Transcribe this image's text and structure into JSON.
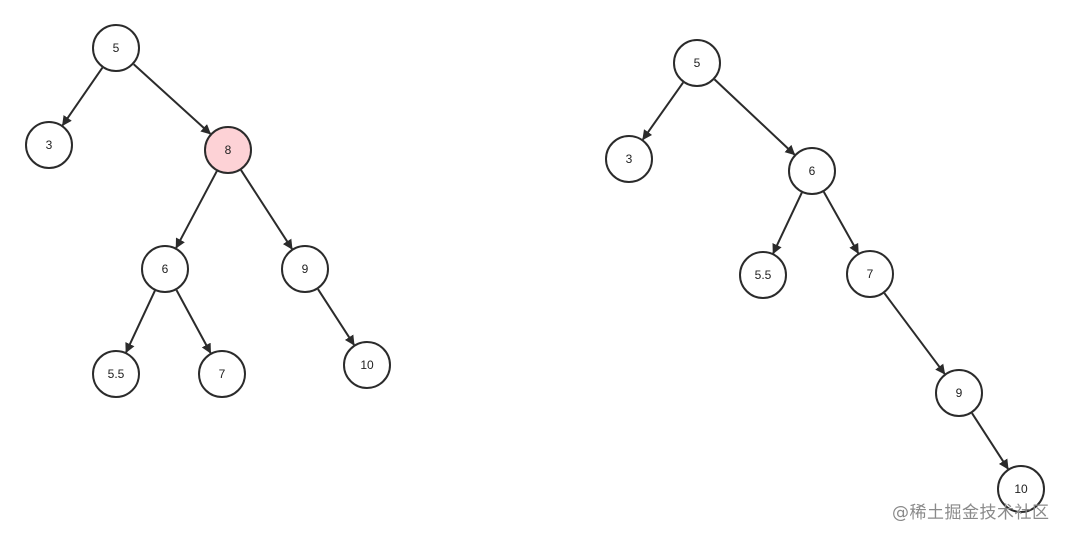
{
  "colors": {
    "stroke": "#2b2b2b",
    "node_fill": "#ffffff",
    "highlight_fill": "#fdd2d6",
    "text": "#222222"
  },
  "trees": [
    {
      "id": "before",
      "nodes": [
        {
          "id": "a5",
          "label": "5",
          "highlight": false
        },
        {
          "id": "a3",
          "label": "3",
          "highlight": false
        },
        {
          "id": "a8",
          "label": "8",
          "highlight": true
        },
        {
          "id": "a6",
          "label": "6",
          "highlight": false
        },
        {
          "id": "a9",
          "label": "9",
          "highlight": false
        },
        {
          "id": "a55",
          "label": "5.5",
          "highlight": false
        },
        {
          "id": "a7",
          "label": "7",
          "highlight": false
        },
        {
          "id": "a10",
          "label": "10",
          "highlight": false
        }
      ],
      "edges": [
        [
          "a5",
          "a3"
        ],
        [
          "a5",
          "a8"
        ],
        [
          "a8",
          "a6"
        ],
        [
          "a8",
          "a9"
        ],
        [
          "a6",
          "a55"
        ],
        [
          "a6",
          "a7"
        ],
        [
          "a9",
          "a10"
        ]
      ]
    },
    {
      "id": "after",
      "nodes": [
        {
          "id": "b5",
          "label": "5",
          "highlight": false
        },
        {
          "id": "b3",
          "label": "3",
          "highlight": false
        },
        {
          "id": "b6",
          "label": "6",
          "highlight": false
        },
        {
          "id": "b55",
          "label": "5.5",
          "highlight": false
        },
        {
          "id": "b7",
          "label": "7",
          "highlight": false
        },
        {
          "id": "b9",
          "label": "9",
          "highlight": false
        },
        {
          "id": "b10",
          "label": "10",
          "highlight": false
        }
      ],
      "edges": [
        [
          "b5",
          "b3"
        ],
        [
          "b5",
          "b6"
        ],
        [
          "b6",
          "b55"
        ],
        [
          "b6",
          "b7"
        ],
        [
          "b7",
          "b9"
        ],
        [
          "b9",
          "b10"
        ]
      ]
    }
  ],
  "watermark": {
    "text": "@稀土掘金技术社区"
  }
}
